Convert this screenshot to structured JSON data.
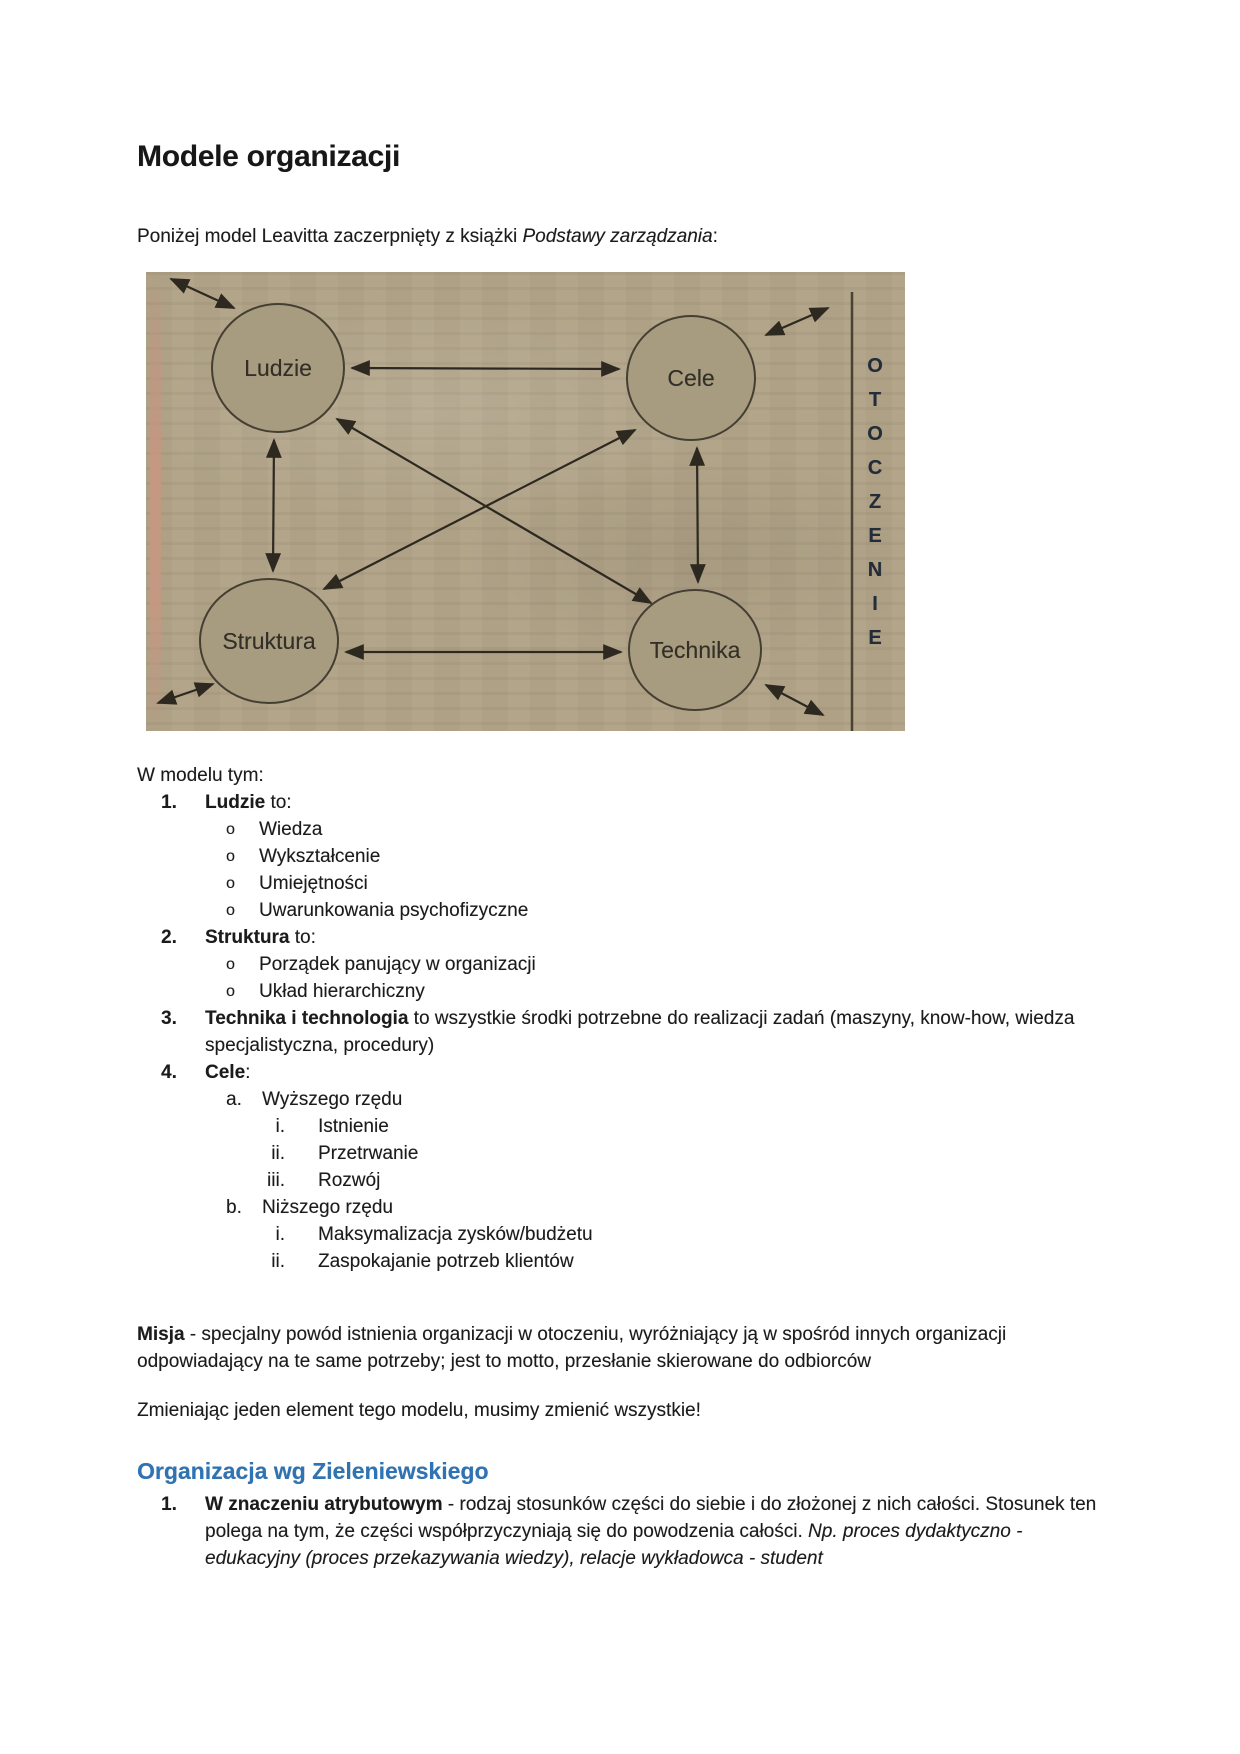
{
  "document": {
    "title": "Modele organizacji",
    "intro": {
      "text_before": "Poniżej model Leavitta zaczerpnięty z książki ",
      "book_title": "Podstawy zarządzania",
      "text_after": ":"
    },
    "figure": {
      "nodes": [
        {
          "label": "Ludzie"
        },
        {
          "label": "Cele"
        },
        {
          "label": "Struktura"
        },
        {
          "label": "Technika"
        }
      ],
      "environment_label": "OTOCZENIE",
      "colors": {
        "paper": "#b2a58a",
        "node_fill": "#a89c80",
        "node_stroke": "#453f33",
        "arrow": "#2e2920",
        "boundary_line": "#4a4234",
        "environment_text": "#232c39",
        "book_edge": "#c89781"
      }
    },
    "model_list": {
      "heading": "W modelu tym:",
      "bullet_char": "o",
      "item1": {
        "num": "1.",
        "bold": "Ludzie",
        "rest": " to:",
        "subs": [
          "Wiedza",
          "Wykształcenie",
          "Umiejętności",
          "Uwarunkowania psychofizyczne"
        ]
      },
      "item2": {
        "num": "2.",
        "bold": "Struktura",
        "rest": " to:",
        "subs": [
          "Porządek panujący w organizacji",
          "Układ hierarchiczny"
        ]
      },
      "item3": {
        "num": "3.",
        "bold": "Technika i technologia",
        "rest": " to wszystkie środki potrzebne do realizacji zadań (maszyny, know-how, wiedza specjalistyczna, procedury)"
      },
      "item4": {
        "num": "4.",
        "bold": "Cele",
        "rest": ":",
        "sub_a": {
          "marker": "a.",
          "label": "Wyższego rzędu",
          "romans": [
            {
              "marker": "i.",
              "text": "Istnienie"
            },
            {
              "marker": "ii.",
              "text": "Przetrwanie"
            },
            {
              "marker": "iii.",
              "text": "Rozwój"
            }
          ]
        },
        "sub_b": {
          "marker": "b.",
          "label": "Niższego rzędu",
          "romans": [
            {
              "marker": "i.",
              "text": "Maksymalizacja zysków/budżetu"
            },
            {
              "marker": "ii.",
              "text": "Zaspokajanie potrzeb klientów"
            }
          ]
        }
      }
    },
    "misja": {
      "bold": "Misja",
      "text": " - specjalny powód istnienia organizacji w otoczeniu, wyróżniający ją w spośród innych organizacji odpowiadający na te same potrzeby; jest to motto, przesłanie skierowane do odbiorców"
    },
    "note": "Zmieniając jeden element tego modelu, musimy zmienić wszystkie!",
    "section2": {
      "heading": "Organizacja wg Zieleniewskiego",
      "item1": {
        "num": "1.",
        "bold": "W znaczeniu atrybutowym",
        "normal": " - rodzaj stosunków części do siebie i do złożonej  z nich całości. Stosunek ten polega na tym, że części współprzyczyniają się do powodzenia całości. ",
        "italic": "Np. proces dydaktyczno - edukacyjny (proces przekazywania wiedzy), relacje wykładowca - student"
      }
    }
  }
}
